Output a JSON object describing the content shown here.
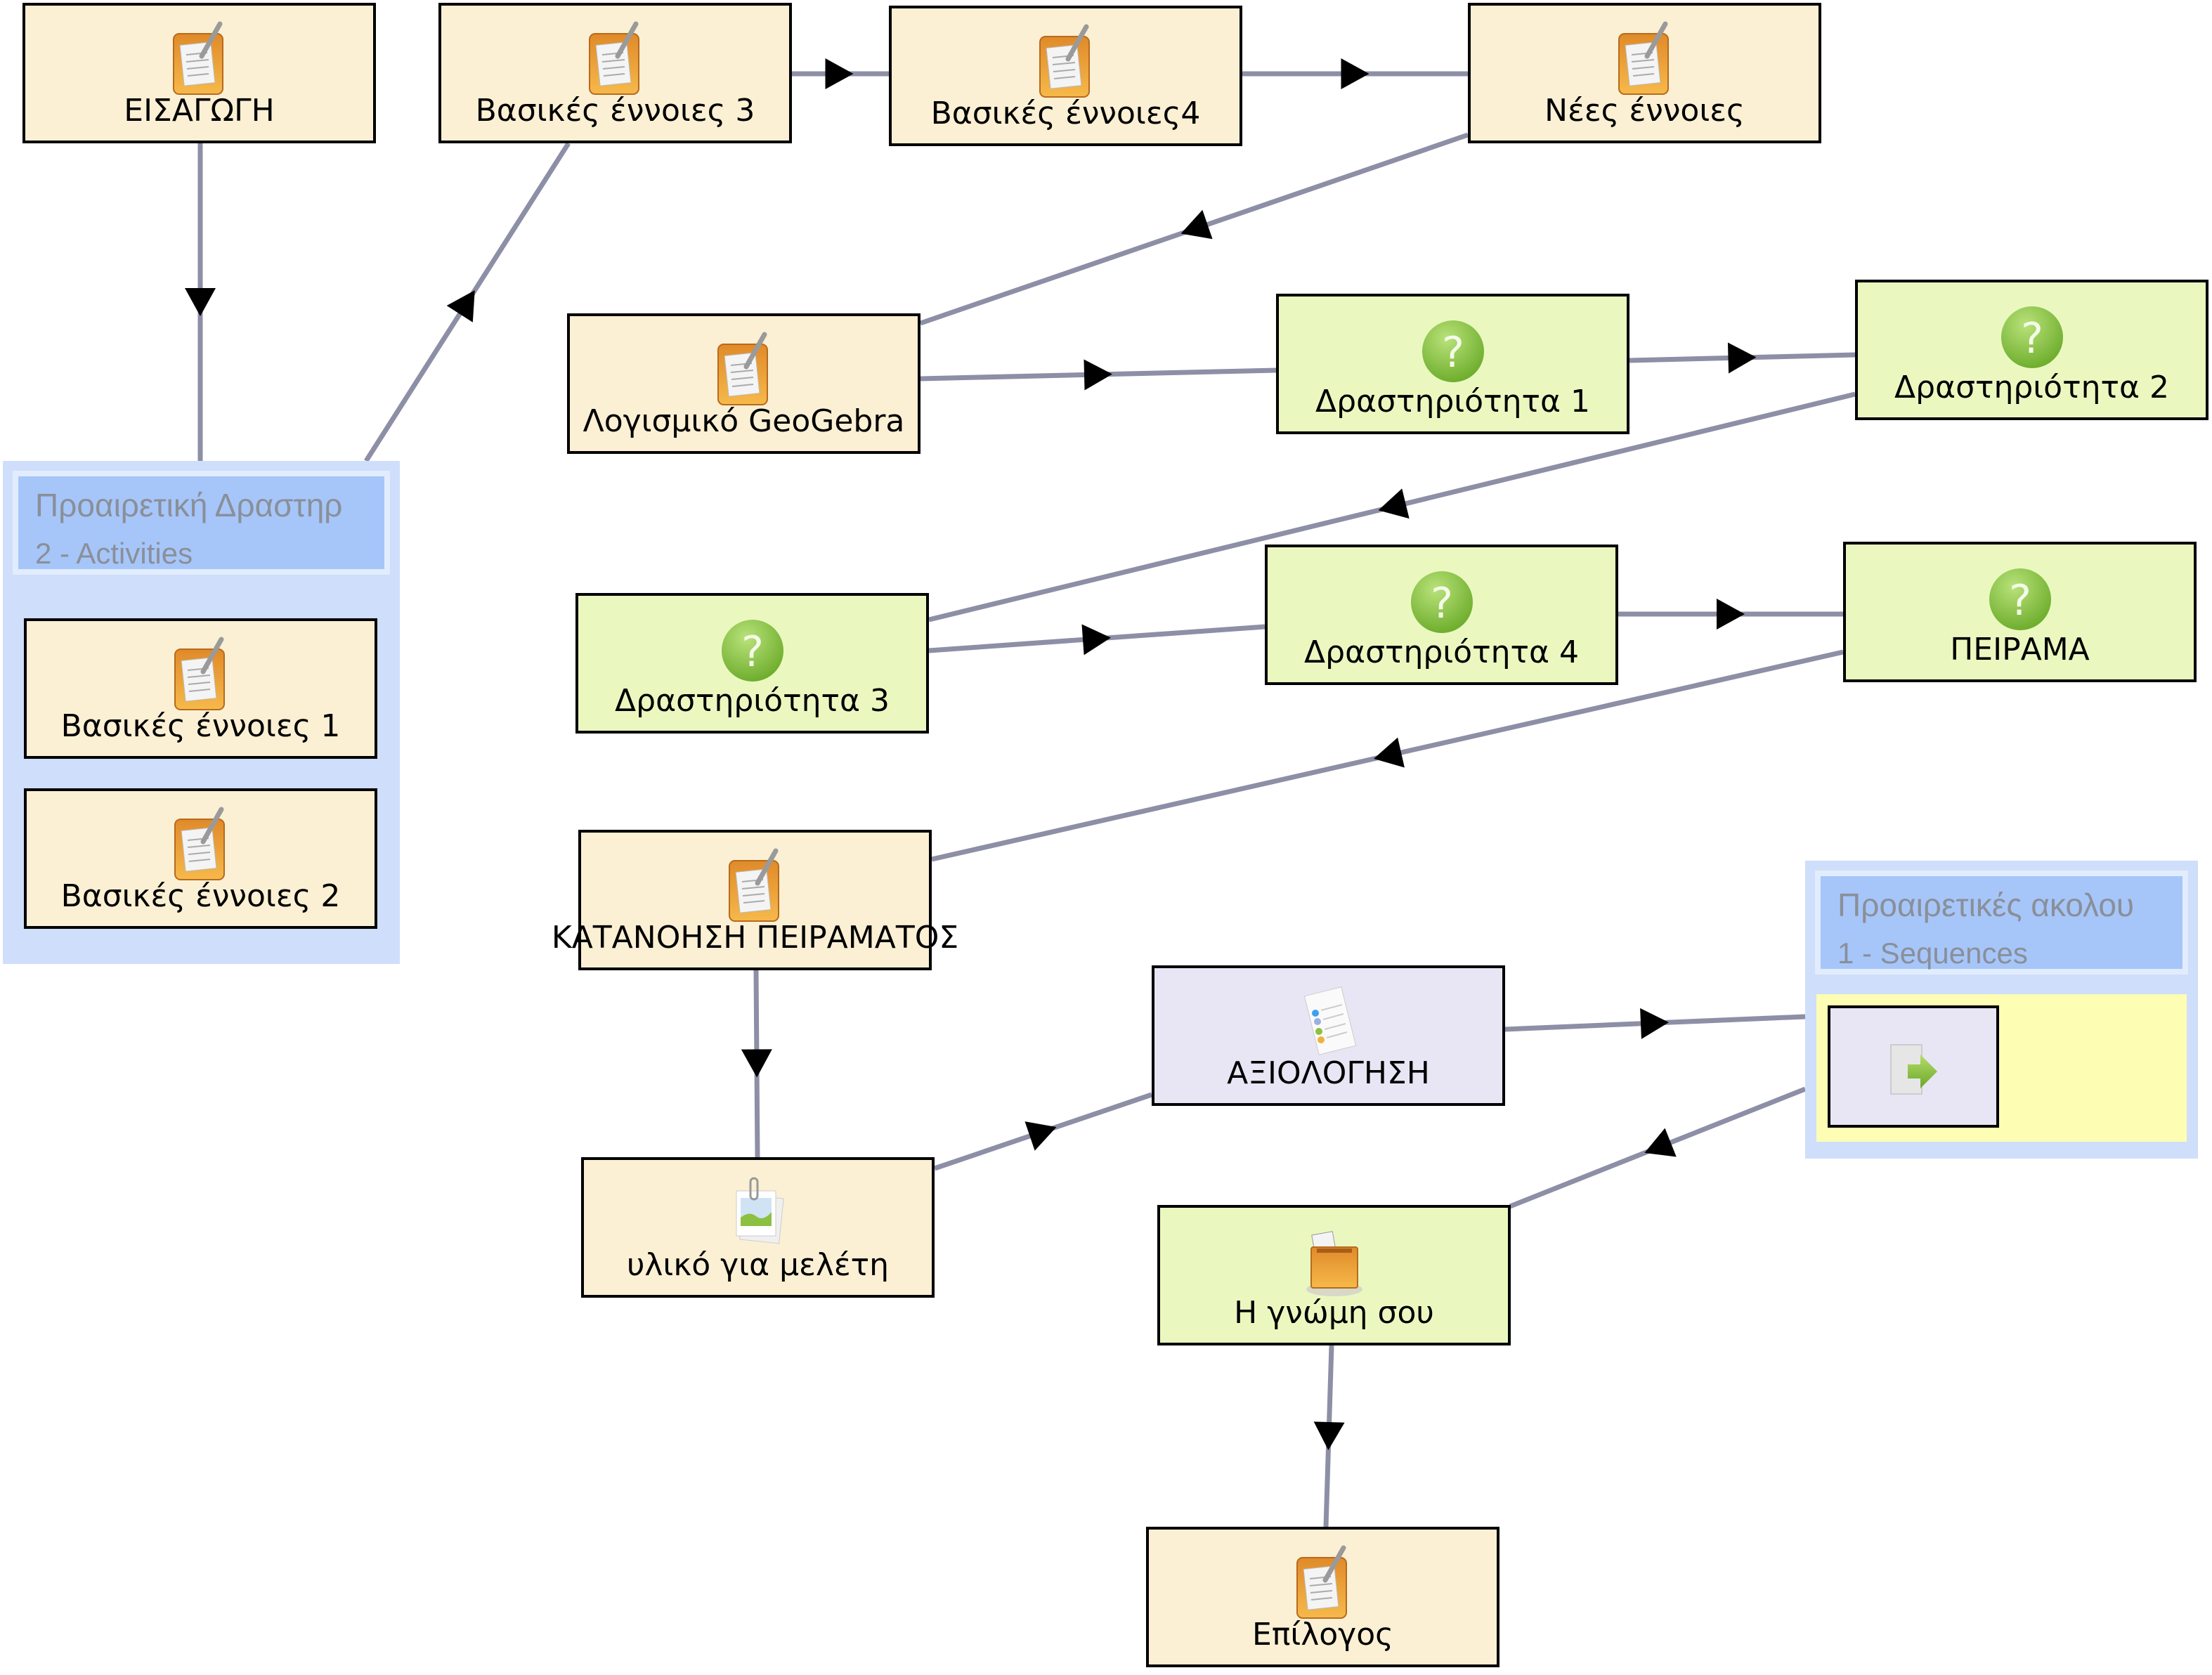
{
  "canvas": {
    "background": "#ffffff"
  },
  "colors": {
    "edge": "#8c8fa5",
    "arrow": "#000000",
    "notes_bg": "#fbf0d4",
    "quiz_bg": "#eaf8c0",
    "assess_bg": "#e8e6f4",
    "group_bg": "#cfdefa",
    "group_header_bg": "#a6c6fa",
    "group_text": "#8a8f98",
    "sequence_area_bg": "#fdfdb4"
  },
  "nodes": {
    "eisagogi": {
      "label": "ΕΙΣΑΓΩΓΗ",
      "type": "notes",
      "icon": "notebook-icon"
    },
    "vasikes3": {
      "label": "Βασικές έννοιες 3",
      "type": "notes",
      "icon": "notebook-icon"
    },
    "vasikes4": {
      "label": "Βασικές έννοιες4",
      "type": "notes",
      "icon": "notebook-icon"
    },
    "nees": {
      "label": "Νέες έννοιες",
      "type": "notes",
      "icon": "notebook-icon"
    },
    "geogebra": {
      "label": "Λογισμικό GeoGebra",
      "type": "notes",
      "icon": "notebook-icon"
    },
    "drast1": {
      "label": "Δραστηριότητα 1",
      "type": "quiz",
      "icon": "question-icon"
    },
    "drast2": {
      "label": "Δραστηριότητα 2",
      "type": "quiz",
      "icon": "question-icon"
    },
    "drast3": {
      "label": "Δραστηριότητα 3",
      "type": "quiz",
      "icon": "question-icon"
    },
    "drast4": {
      "label": "Δραστηριότητα 4",
      "type": "quiz",
      "icon": "question-icon"
    },
    "peirama": {
      "label": "ΠΕΙΡΑΜΑ",
      "type": "quiz",
      "icon": "question-icon"
    },
    "katanoisi": {
      "label": "ΚΑΤΑΝΟΗΣΗ ΠΕΙΡΑΜΑΤΟΣ",
      "type": "notes",
      "icon": "notebook-icon"
    },
    "yliko": {
      "label": "υλικό για μελέτη",
      "type": "notes",
      "icon": "image-gallery-icon"
    },
    "axiologisi": {
      "label": "ΑΞΙΟΛΟΓΗΣΗ",
      "type": "assess",
      "icon": "checklist-icon"
    },
    "gnomi": {
      "label": "Η γνώμη σου",
      "type": "quiz",
      "icon": "ballot-box-icon"
    },
    "epilogos": {
      "label": "Επίλογος",
      "type": "notes",
      "icon": "notebook-icon"
    },
    "vasikes1": {
      "label": "Βασικές έννοιες 1",
      "type": "notes",
      "icon": "notebook-icon"
    },
    "vasikes2": {
      "label": "Βασικές έννοιες 2",
      "type": "notes",
      "icon": "notebook-icon"
    }
  },
  "groups": {
    "activities": {
      "title": "Προαιρετική Δραστηρ",
      "subtitle": "2 - Activities",
      "children": [
        "vasikes1",
        "vasikes2"
      ]
    },
    "sequences": {
      "title": "Προαιρετικές ακολου",
      "subtitle": "1 - Sequences",
      "children": [
        "sequence-item"
      ],
      "child_icon": "sequence-arrow-icon"
    }
  },
  "edges": [
    {
      "from": "eisagogi",
      "to": "activities"
    },
    {
      "from": "activities",
      "to": "vasikes3"
    },
    {
      "from": "vasikes3",
      "to": "vasikes4"
    },
    {
      "from": "vasikes4",
      "to": "nees"
    },
    {
      "from": "nees",
      "to": "geogebra"
    },
    {
      "from": "geogebra",
      "to": "drast1"
    },
    {
      "from": "drast1",
      "to": "drast2"
    },
    {
      "from": "drast2",
      "to": "drast3"
    },
    {
      "from": "drast3",
      "to": "drast4"
    },
    {
      "from": "drast4",
      "to": "peirama"
    },
    {
      "from": "peirama",
      "to": "katanoisi"
    },
    {
      "from": "katanoisi",
      "to": "yliko"
    },
    {
      "from": "yliko",
      "to": "axiologisi"
    },
    {
      "from": "axiologisi",
      "to": "sequences"
    },
    {
      "from": "sequences",
      "to": "gnomi"
    },
    {
      "from": "gnomi",
      "to": "epilogos"
    }
  ]
}
